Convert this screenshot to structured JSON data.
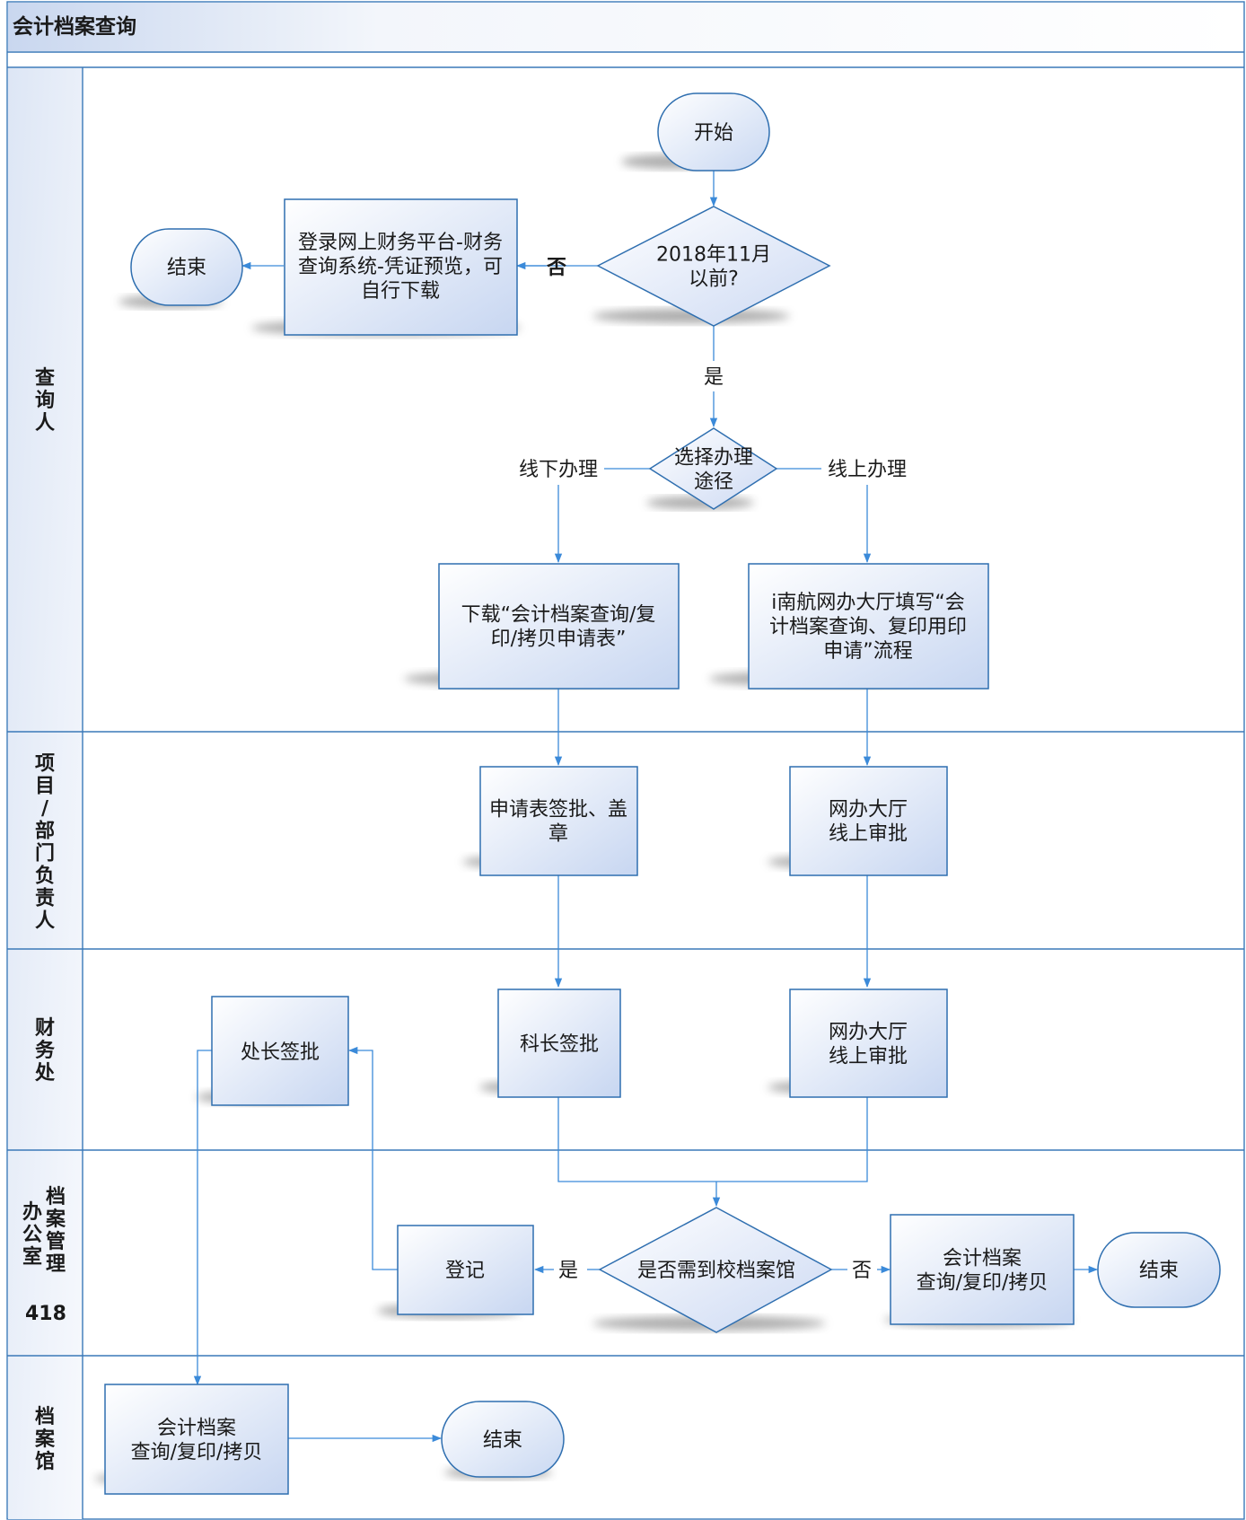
{
  "title": "会计档案查询",
  "lanes": [
    {
      "id": "lane-query-person",
      "label": "查\n询\n人"
    },
    {
      "id": "lane-project-head",
      "label": "项\n目\n/\n部\n门\n负\n责\n人"
    },
    {
      "id": "lane-finance",
      "label": "财\n务\n处"
    },
    {
      "id": "lane-archive-office",
      "label": "档\n案\n管\n理\n办\n公\n室",
      "room": "418"
    },
    {
      "id": "lane-archive",
      "label": "档\n案\n馆"
    }
  ],
  "nodes": {
    "start": "开始",
    "decision_2018": "2018年11月\n以前?",
    "online_platform": "登录网上财务平台-财务\n查询系统-凭证预览，可\n自行下载",
    "end_1": "结束",
    "choose_route": "选择办理\n途径",
    "download_form": "下载“会计档案查询/复\n印/拷贝申请表”",
    "online_hall_fill": "i南航网办大厅填写“会\n计档案查询、复印用印\n申请”流程",
    "form_sign": "申请表签批、盖\n章",
    "online_approve_1": "网办大厅\n线上审批",
    "section_chief": "科长签批",
    "online_approve_2": "网办大厅\n线上审批",
    "director_sign": "处长签批",
    "decision_visit": "是否需到校档案馆",
    "register": "登记",
    "office_copy": "会计档案\n查询/复印/拷贝",
    "end_2": "结束",
    "archive_copy": "会计档案\n查询/复印/拷贝",
    "end_3": "结束"
  },
  "edge_labels": {
    "no_1": "否",
    "yes_1": "是",
    "offline": "线下办理",
    "online": "线上办理",
    "yes_2": "是",
    "no_2": "否"
  },
  "colors": {
    "border": "#2f6fb0",
    "edge": "#3b8ad9",
    "fill_light": "#ffffff",
    "fill_tint": "#cfdcf3"
  }
}
